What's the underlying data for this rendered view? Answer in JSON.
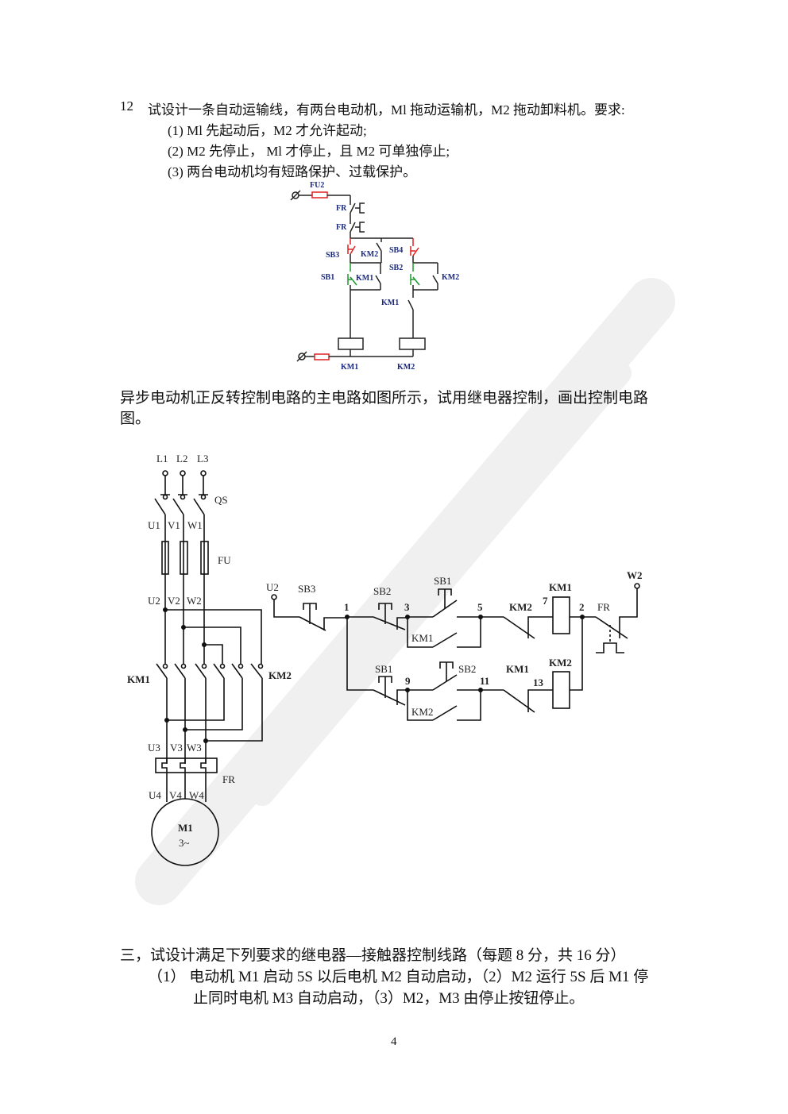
{
  "question12": {
    "number": "12",
    "text": "试设计一条自动运输线，有两台电动机，Ml 拖动运输机，M2 拖动卸料机。要求:",
    "req1": "(1) Ml 先起动后，M2 才允许起动;",
    "req2": "(2) M2 先停止，  Ml 才停止，且 M2 可单独停止;",
    "req3": "(3)  两台电动机均有短路保护、过载保护。"
  },
  "circuit1": {
    "fu2": "FU2",
    "fr1": "FR",
    "fr2": "FR",
    "sb3": "SB3",
    "km2_a": "KM2",
    "sb4": "SB4",
    "sb1": "SB1",
    "km1_a": "KM1",
    "sb2": "SB2",
    "km2_b": "KM2",
    "km1_b": "KM1",
    "coil1": "KM1",
    "coil2": "KM2"
  },
  "question_reverse": {
    "line1": "异步电动机正反转控制电路的主电路如图所示，试用继电器控制，画出控制电路",
    "line2": "图。"
  },
  "main_circuit": {
    "l1": "L1",
    "l2": "L2",
    "l3": "L3",
    "qs": "QS",
    "u1": "U1",
    "v1": "V1",
    "w1": "W1",
    "fu": "FU",
    "u2": "U2",
    "v2": "V2",
    "w2": "W2",
    "km1": "KM1",
    "km2": "KM2",
    "u3": "U3",
    "v3": "V3",
    "w3": "W3",
    "fr": "FR",
    "u4": "U4",
    "v4": "V4",
    "w4": "W4",
    "motor": "M1",
    "motor_type": "3~"
  },
  "control_circuit": {
    "u2": "U2",
    "sb3": "SB3",
    "sb2_top": "SB2",
    "sb1_top": "SB1",
    "n1": "1",
    "n3": "3",
    "n5": "5",
    "km2_nc": "KM2",
    "n7": "7",
    "coil_km1": "KM1",
    "n2": "2",
    "fr": "FR",
    "w2": "W2",
    "km1_hold": "KM1",
    "sb1_bot": "SB1",
    "n9": "9",
    "sb2_bot": "SB2",
    "n11": "11",
    "km1_nc": "KM1",
    "n13": "13",
    "coil_km2": "KM2",
    "km2_hold": "KM2"
  },
  "section3": {
    "title": "三，试设计满足下列要求的继电器—接触器控制线路（每题 8 分，共 16 分）",
    "item1_line1": "（1）  电动机 M1 启动 5S 以后电机 M2 自动启动，（2）M2 运行 5S 后 M1 停",
    "item1_line2": "止同时电机 M3 自动启动，（3）M2，M3 由停止按钮停止。"
  },
  "page_number": "4"
}
